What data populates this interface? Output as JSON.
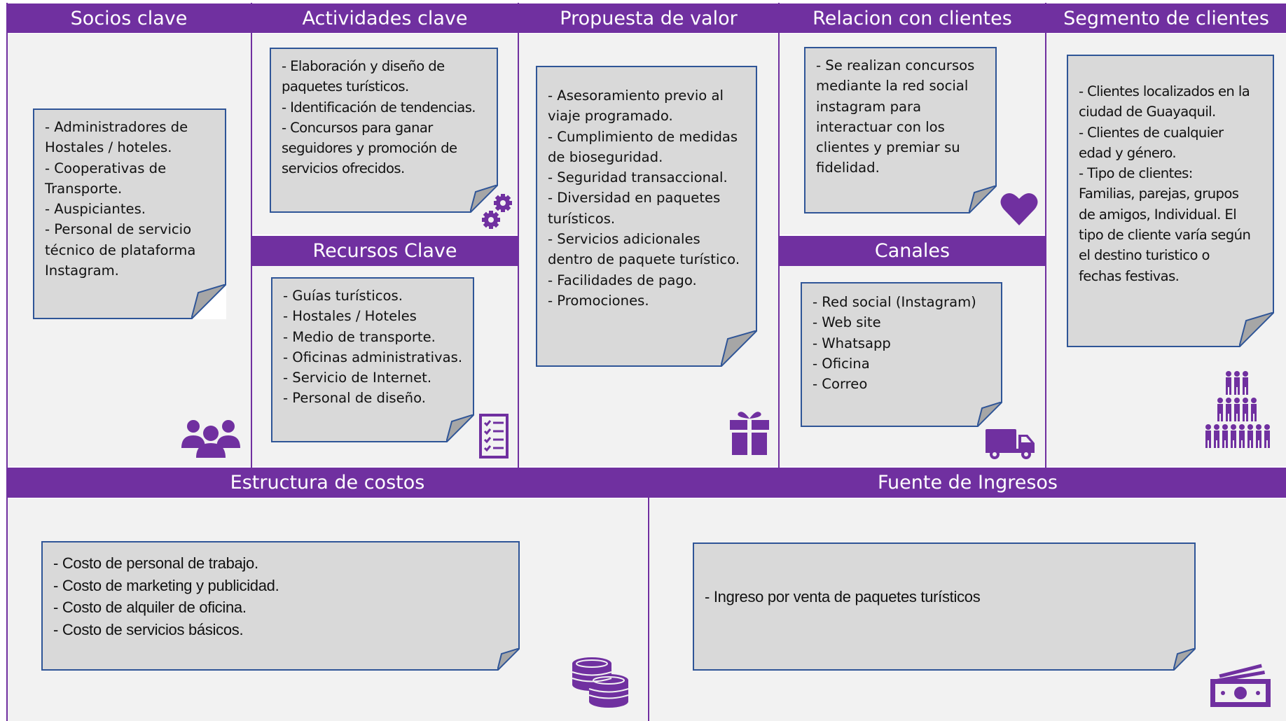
{
  "colors": {
    "accent": "#7030a0",
    "note_fill": "#d9d9d9",
    "note_border": "#2f5597",
    "cell_bg": "#f2f2f2"
  },
  "socios": {
    "header": "Socios clave",
    "lines": [
      "- Administradores de",
      "Hostales / hoteles.",
      "- Cooperativas de",
      "Transporte.",
      "- Auspiciantes.",
      "- Personal de servicio",
      "técnico de plataforma",
      "Instagram."
    ],
    "icon": "partners-people-icon"
  },
  "actividades": {
    "header": "Actividades clave",
    "lines": [
      "- Elaboración y diseño de",
      "paquetes turísticos.",
      "- Identificación de tendencias.",
      "- Concursos para ganar",
      "seguidores y promoción de",
      "servicios ofrecidos."
    ],
    "icon": "gears-icon"
  },
  "recursos": {
    "header": "Recursos Clave",
    "lines": [
      "- Guías turísticos.",
      "- Hostales / Hoteles",
      "- Medio de transporte.",
      "- Oficinas administrativas.",
      "- Servicio de Internet.",
      "- Personal de diseño."
    ],
    "icon": "checklist-icon"
  },
  "propuesta": {
    "header": "Propuesta de valor",
    "lines": [
      "- Asesoramiento previo al",
      "viaje programado.",
      "- Cumplimiento de medidas",
      "de bioseguridad.",
      "- Seguridad transaccional.",
      "- Diversidad en paquetes",
      "turísticos.",
      "- Servicios adicionales",
      "dentro de paquete turístico.",
      "- Facilidades de pago.",
      "- Promociones."
    ],
    "icon": "gift-icon"
  },
  "relacion": {
    "header": "Relacion con clientes",
    "lines": [
      "- Se realizan concursos",
      "mediante la red social",
      "instagram para",
      "interactuar con los",
      "clientes y premiar su",
      "fidelidad."
    ],
    "icon": "heart-icon"
  },
  "canales": {
    "header": "Canales",
    "lines": [
      "- Red social (Instagram)",
      "- Web site",
      "- Whatsapp",
      "- Oficina",
      "- Correo"
    ],
    "icon": "truck-icon"
  },
  "segmento": {
    "header": "Segmento de clientes",
    "lines": [
      "- Clientes localizados en la",
      "ciudad de Guayaquil.",
      "- Clientes de cualquier",
      "edad y género.",
      "- Tipo de clientes:",
      "Familias, parejas, grupos",
      "de amigos, Individual. El",
      "tipo de cliente varía según",
      "el destino turistico o",
      "fechas festivas."
    ],
    "icon": "people-pyramid-icon"
  },
  "costos": {
    "header": "Estructura de costos",
    "lines": [
      "- Costo de personal de trabajo.",
      "- Costo de marketing y publicidad.",
      "- Costo de alquiler de oficina.",
      "- Costo de servicios básicos."
    ],
    "icon": "coins-icon"
  },
  "ingresos": {
    "header": "Fuente de Ingresos",
    "lines": [
      "- Ingreso por venta de paquetes turísticos"
    ],
    "icon": "money-icon"
  }
}
